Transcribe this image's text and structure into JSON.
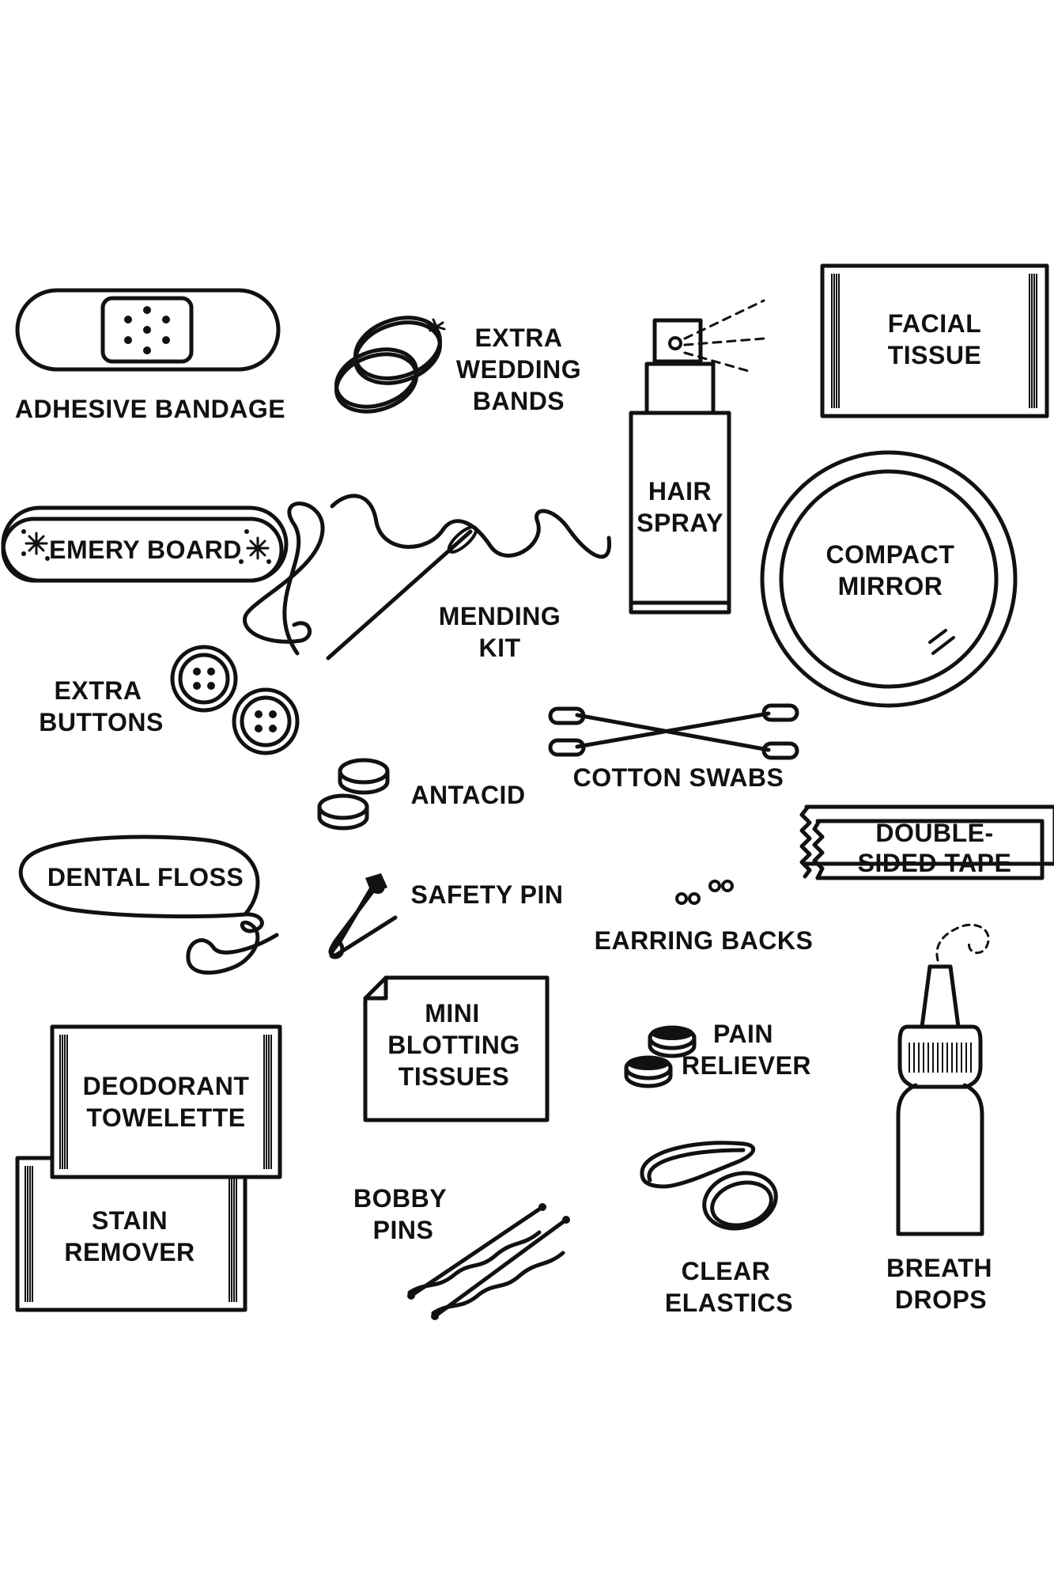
{
  "items": {
    "adhesive_bandage": "ADHESIVE BANDAGE",
    "extra_wedding_bands": [
      "EXTRA",
      "WEDDING",
      "BANDS"
    ],
    "hair_spray": [
      "HAIR",
      "SPRAY"
    ],
    "facial_tissue": [
      "FACIAL",
      "TISSUE"
    ],
    "emery_board": "EMERY BOARD",
    "mending_kit": [
      "MENDING",
      "KIT"
    ],
    "compact_mirror": [
      "COMPACT",
      "MIRROR"
    ],
    "extra_buttons": [
      "EXTRA",
      "BUTTONS"
    ],
    "antacid": "ANTACID",
    "cotton_swabs": "COTTON SWABS",
    "double_sided_tape": [
      "DOUBLE-",
      "SIDED TAPE"
    ],
    "dental_floss": "DENTAL FLOSS",
    "safety_pin": "SAFETY PIN",
    "earring_backs": "EARRING BACKS",
    "mini_blotting_tissues": [
      "MINI",
      "BLOTTING",
      "TISSUES"
    ],
    "pain_reliever": [
      "PAIN",
      "RELIEVER"
    ],
    "deodorant_towelette": [
      "DEODORANT",
      "TOWELETTE"
    ],
    "stain_remover": [
      "STAIN",
      "REMOVER"
    ],
    "bobby_pins": [
      "BOBBY",
      "PINS"
    ],
    "clear_elastics": [
      "CLEAR",
      "ELASTICS"
    ],
    "breath_drops": [
      "BREATH",
      "DROPS"
    ]
  },
  "colors": {
    "ink": "#111111",
    "background": "#ffffff"
  }
}
